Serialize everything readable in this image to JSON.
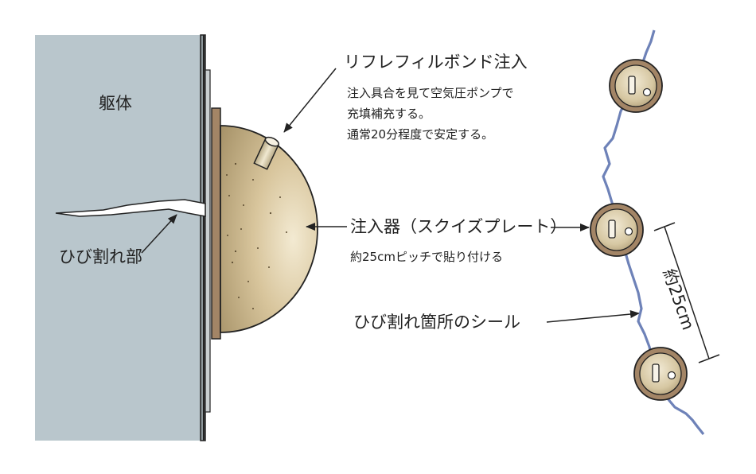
{
  "labels": {
    "body": "躯体",
    "crack": "ひび割れ部",
    "bond_title": "リフレフィルボンド注入",
    "bond_note_1": "注入具合を見て空気圧ポンプで",
    "bond_note_2": "充填補充する。",
    "bond_note_3": "通常20分程度で安定する。",
    "injector": "注入器（スクイズプレート）",
    "pitch_note": "約25cmピッチで貼り付ける",
    "seal": "ひび割れ箇所のシール",
    "dimension": "約25cm"
  },
  "colors": {
    "concrete": "#b9c6cc",
    "dome": "#cbb68c",
    "plate": "#a38566",
    "crack_line": "#6e82b8",
    "outline": "#222222"
  }
}
